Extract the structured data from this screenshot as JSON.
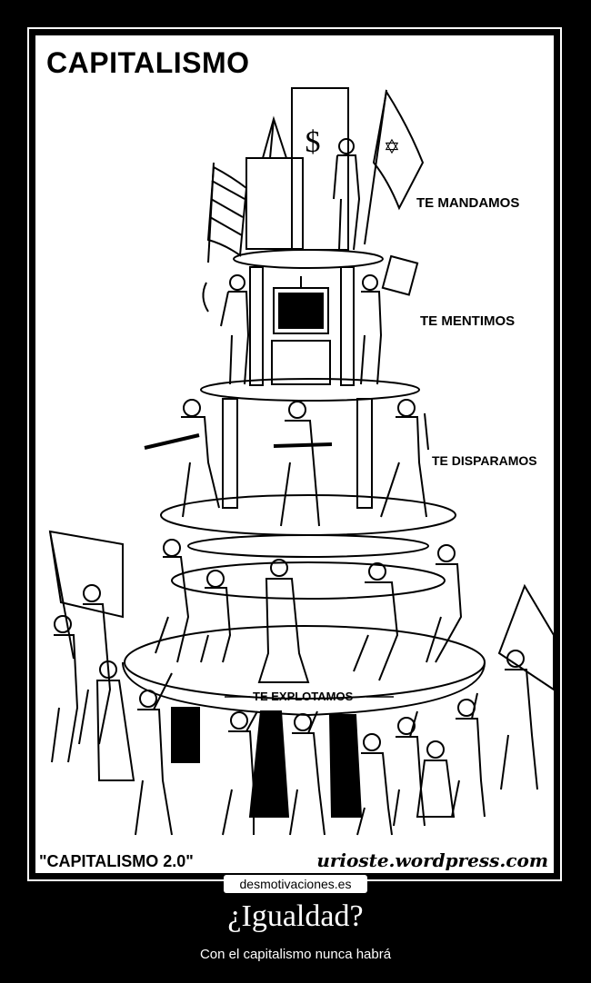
{
  "poster": {
    "title": "CAPITALISMO",
    "tiers": {
      "top": "TE MANDAMOS",
      "second": "TE MENTIMOS",
      "third": "TE DISPARAMOS",
      "fourth": "TE EXPLOTAMOS"
    },
    "footer_left": "\"CAPITALISMO 2.0\"",
    "footer_right": "urioste.wordpress.com",
    "top_building_symbol": "$",
    "flag_star_symbol": "✡"
  },
  "site_badge": "desmotivaciones.es",
  "caption": {
    "title": "¿Igualdad?",
    "subtitle": "Con el capitalismo nunca habrá"
  },
  "colors": {
    "background": "#000000",
    "poster_background": "#ffffff",
    "ink": "#000000",
    "caption_text": "#ffffff"
  }
}
